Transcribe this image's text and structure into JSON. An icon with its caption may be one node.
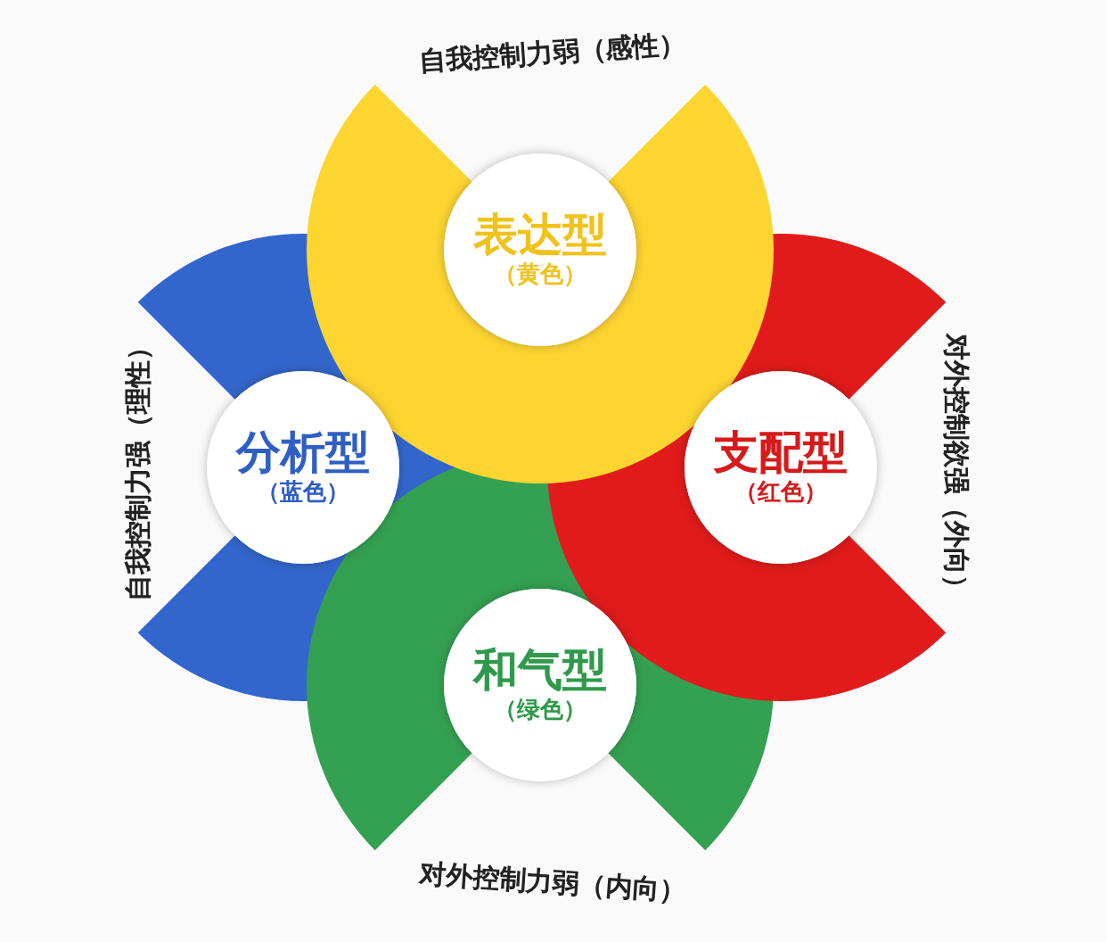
{
  "diagram": {
    "nodes": [
      {
        "text": [
          "表达型",
          "（黄色）"
        ]
      },
      {
        "text": [
          "分析型",
          "（蓝色）"
        ]
      },
      {
        "text": [
          "支配型",
          "（红色）"
        ]
      },
      {
        "text": [
          "和气型",
          "（绿色）"
        ]
      }
    ],
    "labels": [
      "自我控制力弱（感性）",
      "自我控制力强（理性）",
      "对外控制欲强（外向）",
      "对外控制力弱（内向）"
    ]
  }
}
